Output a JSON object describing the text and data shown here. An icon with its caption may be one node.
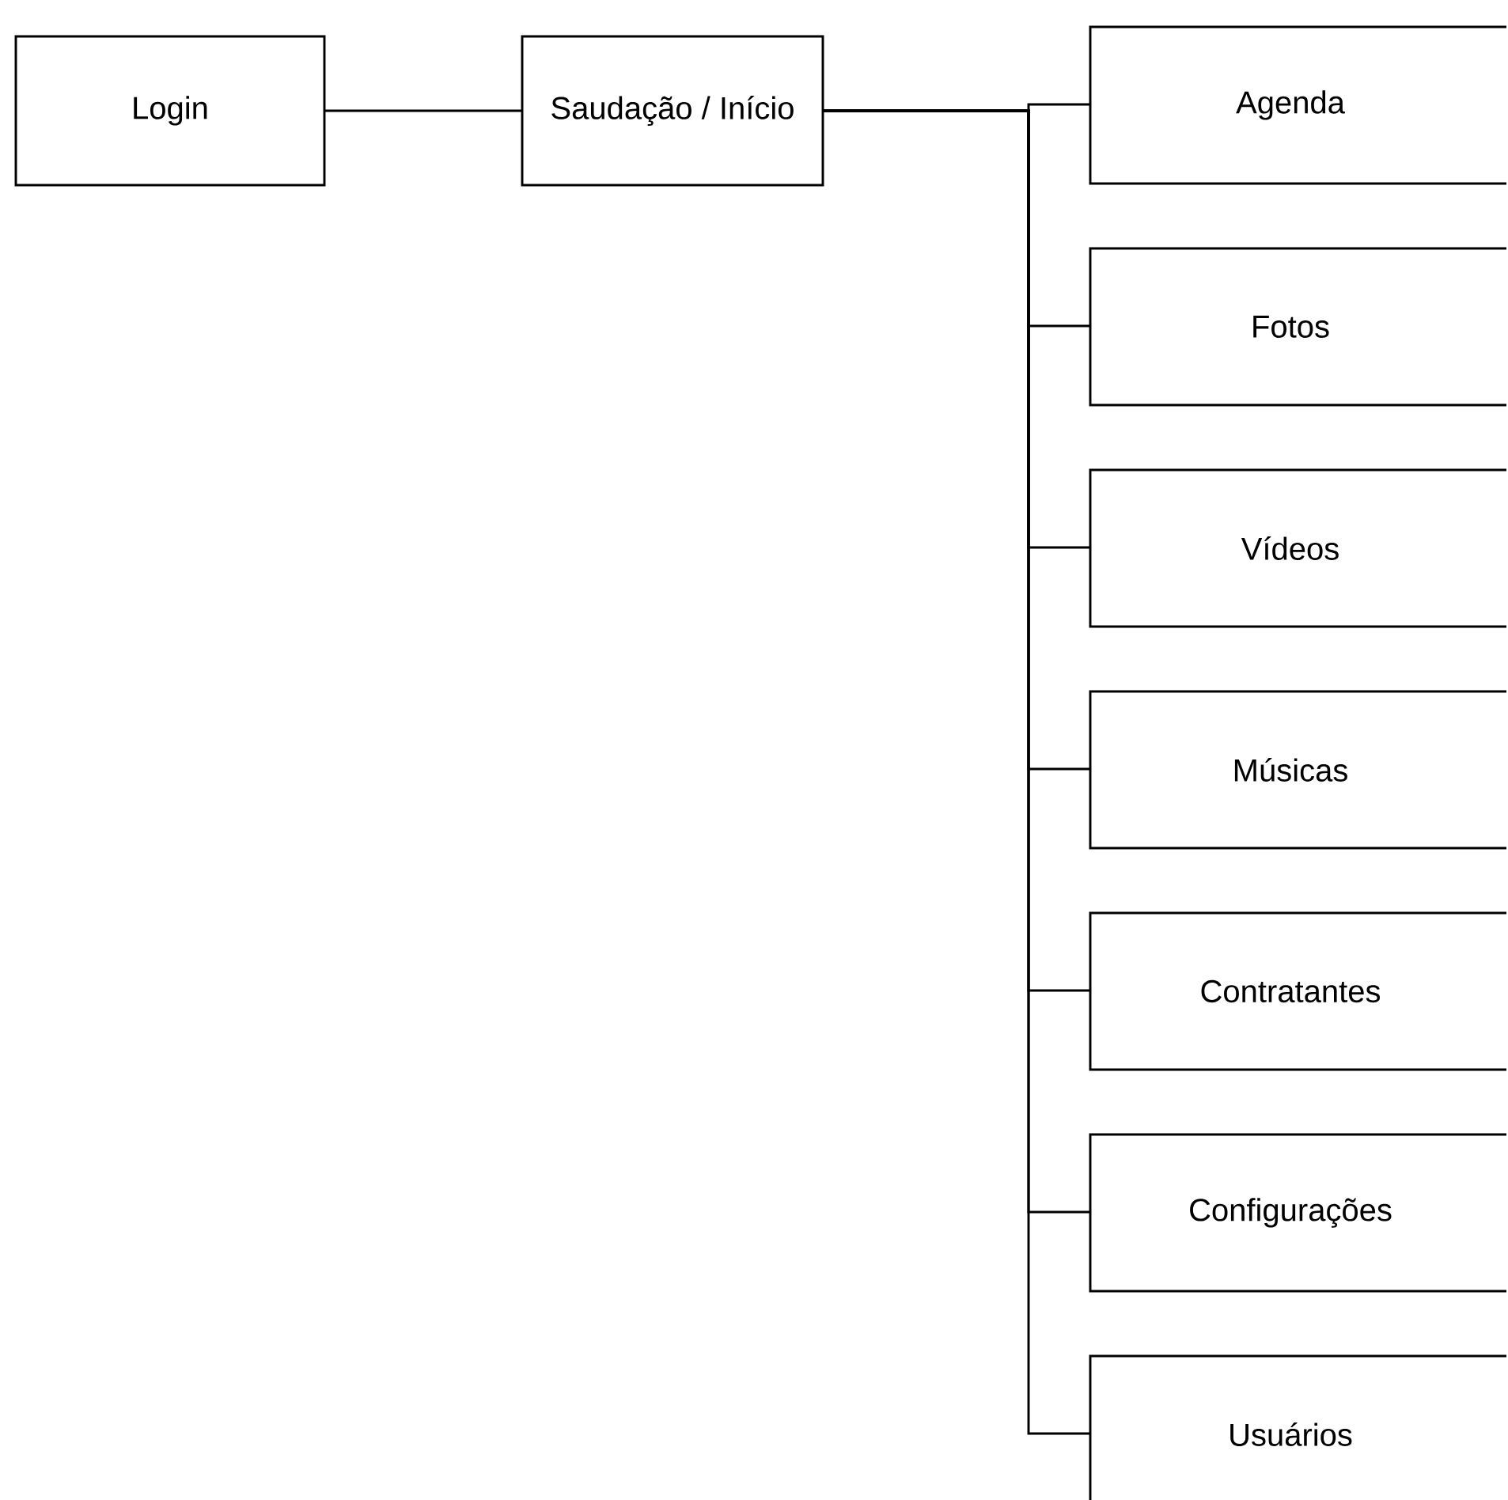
{
  "diagram": {
    "nodes": [
      {
        "text": [
          "Login"
        ]
      },
      {
        "text": [
          "Saudação / Início"
        ]
      },
      {
        "text": [
          "Agenda"
        ]
      },
      {
        "text": [
          "Fotos"
        ]
      },
      {
        "text": [
          "Vídeos"
        ]
      },
      {
        "text": [
          "Músicas"
        ]
      },
      {
        "text": [
          "Contratantes"
        ]
      },
      {
        "text": [
          "Configurações"
        ]
      },
      {
        "text": [
          "Usuários"
        ]
      }
    ],
    "edges": [
      {
        "from": 0,
        "to": 1,
        "arrow": "none"
      },
      {
        "from": 1,
        "to": 2,
        "arrow": "none"
      },
      {
        "from": 1,
        "to": 3,
        "arrow": "none"
      },
      {
        "from": 1,
        "to": 4,
        "arrow": "none"
      },
      {
        "from": 1,
        "to": 5,
        "arrow": "none"
      },
      {
        "from": 1,
        "to": 6,
        "arrow": "none"
      },
      {
        "from": 1,
        "to": 7,
        "arrow": "none"
      },
      {
        "from": 1,
        "to": 8,
        "arrow": "none"
      }
    ]
  }
}
